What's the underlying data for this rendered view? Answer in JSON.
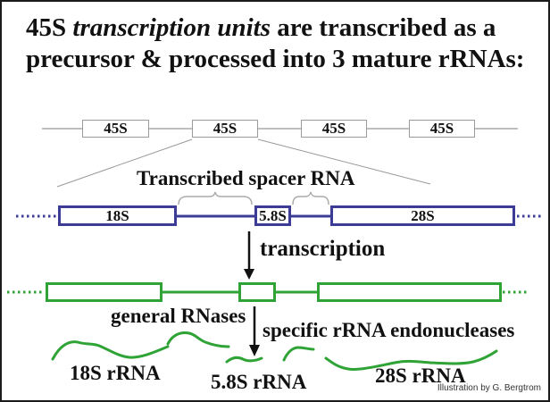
{
  "title": {
    "part1": "45S ",
    "part2": "transcription units",
    "part3": " are transcribed as a",
    "line2": "precursor & processed into 3 mature rRNAs:"
  },
  "unit_row": {
    "boxes": [
      {
        "label": "45S"
      },
      {
        "label": "45S"
      },
      {
        "label": "45S"
      },
      {
        "label": "45S"
      }
    ]
  },
  "precursor_row": {
    "spacer_label": "Transcribed spacer RNA",
    "boxes": [
      {
        "label": "18S"
      },
      {
        "label": "5.8S"
      },
      {
        "label": "28S"
      }
    ]
  },
  "transcription_label": "transcription",
  "processing": {
    "general_label": "general RNases",
    "specific_label": "specific rRNA endonucleases"
  },
  "products": [
    {
      "label": "18S rRNA"
    },
    {
      "label": "5.8S rRNA"
    },
    {
      "label": "28S rRNA"
    }
  ],
  "credit": "Illustration by G. Bergtrom",
  "colors": {
    "dna_blue": "#3c3c96",
    "rna_green": "#2fa336",
    "connector_gray": "#a0a0a0",
    "text_black": "#111111"
  }
}
